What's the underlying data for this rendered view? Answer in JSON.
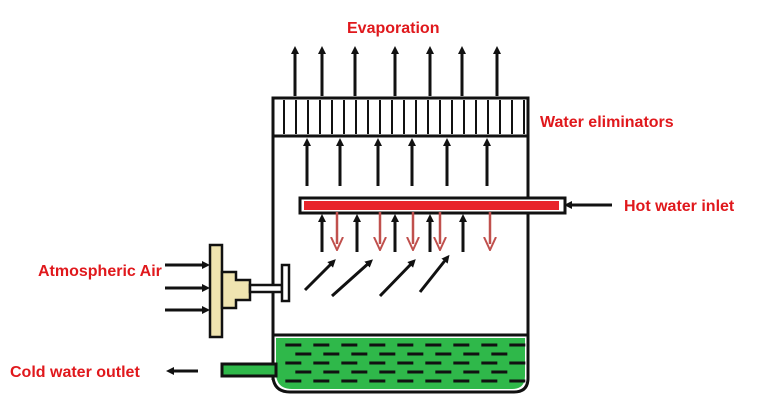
{
  "title": "Cooling tower diagram",
  "labels": {
    "evaporation": "Evaporation",
    "water_eliminators": "Water eliminators",
    "hot_water_inlet": "Hot water inlet",
    "atmospheric_air": "Atmospheric Air",
    "cold_water_outlet": "Cold water outlet"
  },
  "colors": {
    "label": "#e0181c",
    "hot_pipe": "#e8232a",
    "water_drop_arrows": "#c0504d",
    "basin_water": "#2fb84a",
    "fan": "#efe4b0"
  }
}
